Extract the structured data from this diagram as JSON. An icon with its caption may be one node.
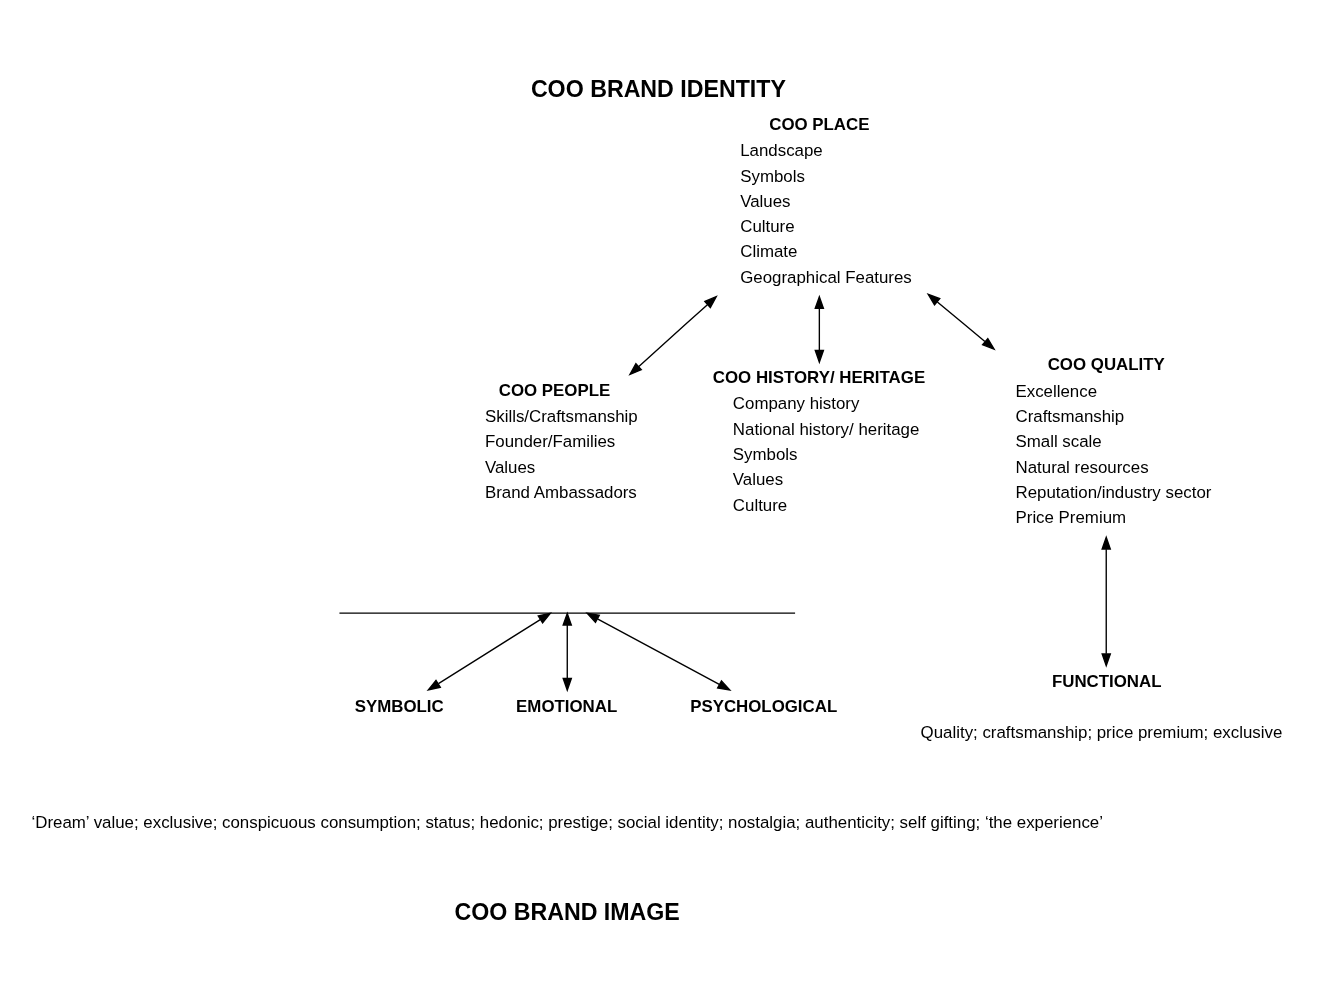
{
  "diagram": {
    "title": "COO BRAND IDENTITY",
    "caption": "COO BRAND IMAGE",
    "nodes": [
      {
        "text": [
          "COO PLACE",
          "Landscape",
          "Symbols",
          "Values",
          "Culture",
          "Climate",
          "Geographical Features"
        ]
      },
      {
        "text": [
          "COO PEOPLE",
          "Skills/Craftsmanship",
          "Founder/Families",
          "Values",
          "Brand Ambassadors"
        ]
      },
      {
        "text": [
          "COO HISTORY/ HERITAGE",
          "Company history",
          "National history/ heritage",
          "Symbols",
          "Values",
          "Culture"
        ]
      },
      {
        "text": [
          "COO QUALITY",
          "Excellence",
          "Craftsmanship",
          "Small scale",
          "Natural resources",
          "Reputation/industry sector",
          "Price Premium"
        ]
      },
      {
        "text": [],
        "shape": "brace"
      },
      {
        "text": [
          "SYMBOLIC"
        ]
      },
      {
        "text": [
          "EMOTIONAL"
        ]
      },
      {
        "text": [
          "PSYCHOLOGICAL"
        ]
      },
      {
        "text": [
          "FUNCTIONAL"
        ],
        "beside": [
          "Quality; craftsmanship; price premium; exclusive"
        ]
      }
    ],
    "edges": [
      {
        "from": 0,
        "to": 1,
        "arrow": "both"
      },
      {
        "from": 0,
        "to": 2,
        "arrow": "both"
      },
      {
        "from": 0,
        "to": 3,
        "arrow": "both"
      },
      {
        "from": 4,
        "to": 5,
        "arrow": "both"
      },
      {
        "from": 4,
        "to": 6,
        "arrow": "both"
      },
      {
        "from": 4,
        "to": 7,
        "arrow": "both"
      },
      {
        "from": 3,
        "to": 8,
        "arrow": "both"
      }
    ],
    "labels": [
      "‘Dream’ value; exclusive; conspicuous consumption; status; hedonic; prestige; social identity; nostalgia; authenticity; self gifting; ‘the experience’"
    ]
  }
}
